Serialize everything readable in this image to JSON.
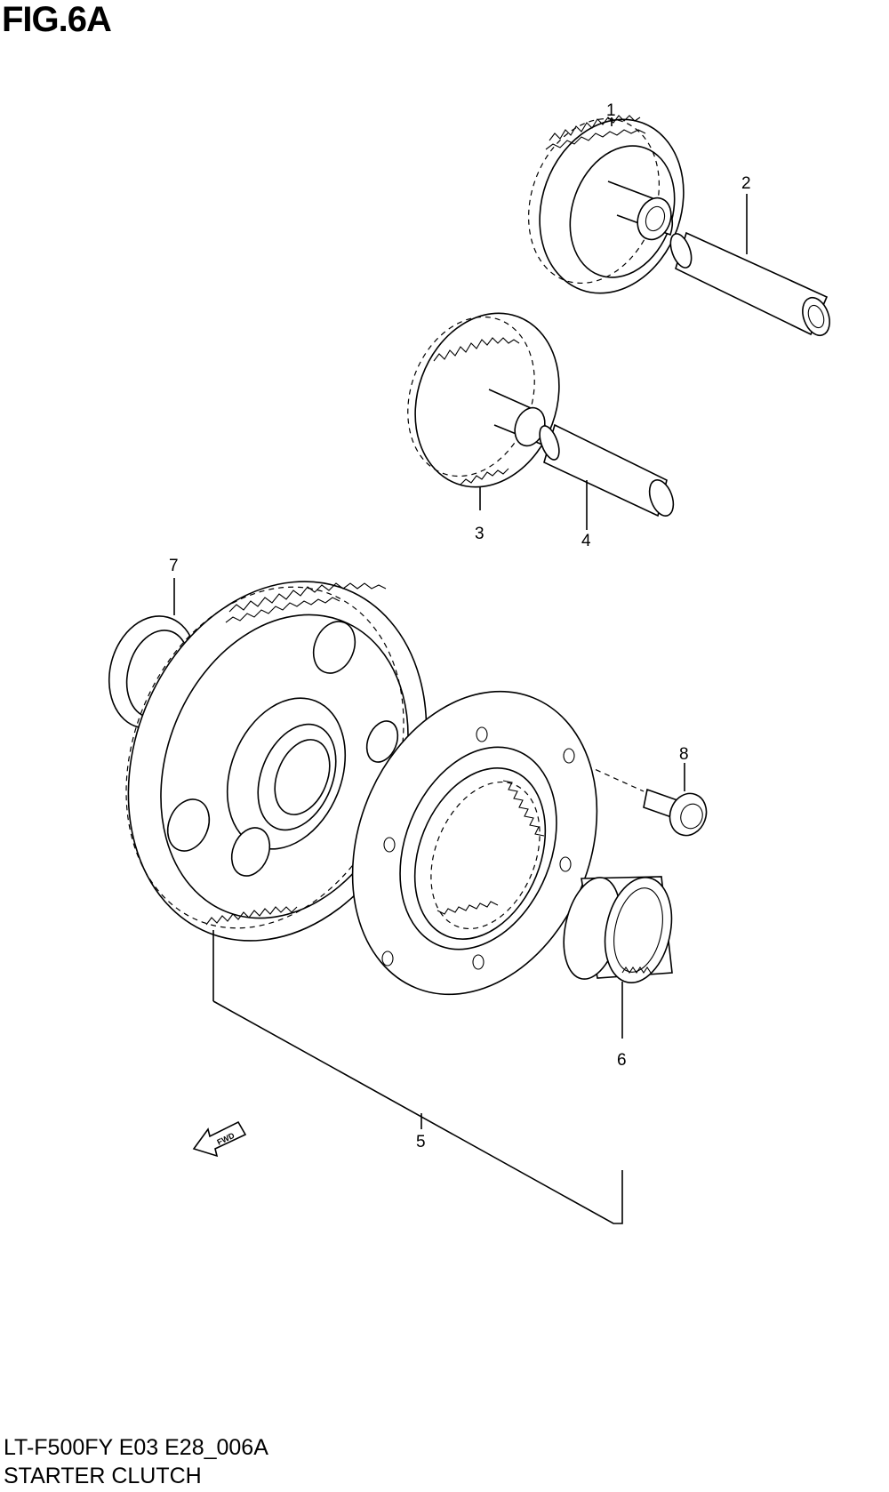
{
  "figure": {
    "title": "FIG.6A",
    "model_code": "LT-F500FY E03 E28_006A",
    "section_name": "STARTER CLUTCH"
  },
  "callouts": [
    {
      "id": "1"
    },
    {
      "id": "2"
    },
    {
      "id": "3"
    },
    {
      "id": "4"
    },
    {
      "id": "5"
    },
    {
      "id": "6"
    },
    {
      "id": "7"
    },
    {
      "id": "8"
    }
  ],
  "direction_marker": {
    "label": "FWD",
    "icon": "forward-arrow-icon"
  },
  "colors": {
    "line": "#000000",
    "background": "#ffffff"
  }
}
